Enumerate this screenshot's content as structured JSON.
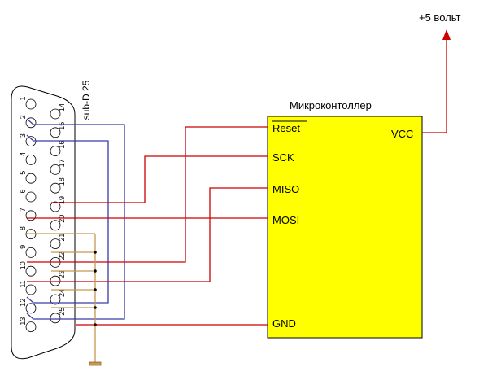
{
  "power_label": "+5 вольт",
  "connector_label": "sub-D 25",
  "mcu": {
    "title": "Микроконтоллер",
    "pins": {
      "reset": "Reset",
      "sck": "SCK",
      "miso": "MISO",
      "mosi": "MOSI",
      "gnd": "GND",
      "vcc": "VCC"
    }
  },
  "connector_pins": {
    "top_row": [
      "1",
      "2",
      "3",
      "4",
      "5",
      "6",
      "7",
      "8",
      "9",
      "10",
      "11",
      "12",
      "13"
    ],
    "bottom_row": [
      "14",
      "15",
      "16",
      "17",
      "18",
      "19",
      "20",
      "21",
      "22",
      "23",
      "24",
      "25"
    ]
  },
  "colors": {
    "signal_wire": "#cc0000",
    "loop_wire": "#3a3aa8",
    "ground_wire": "#c89650",
    "mcu_fill": "#ffff00",
    "arrow": "#cc0000"
  }
}
